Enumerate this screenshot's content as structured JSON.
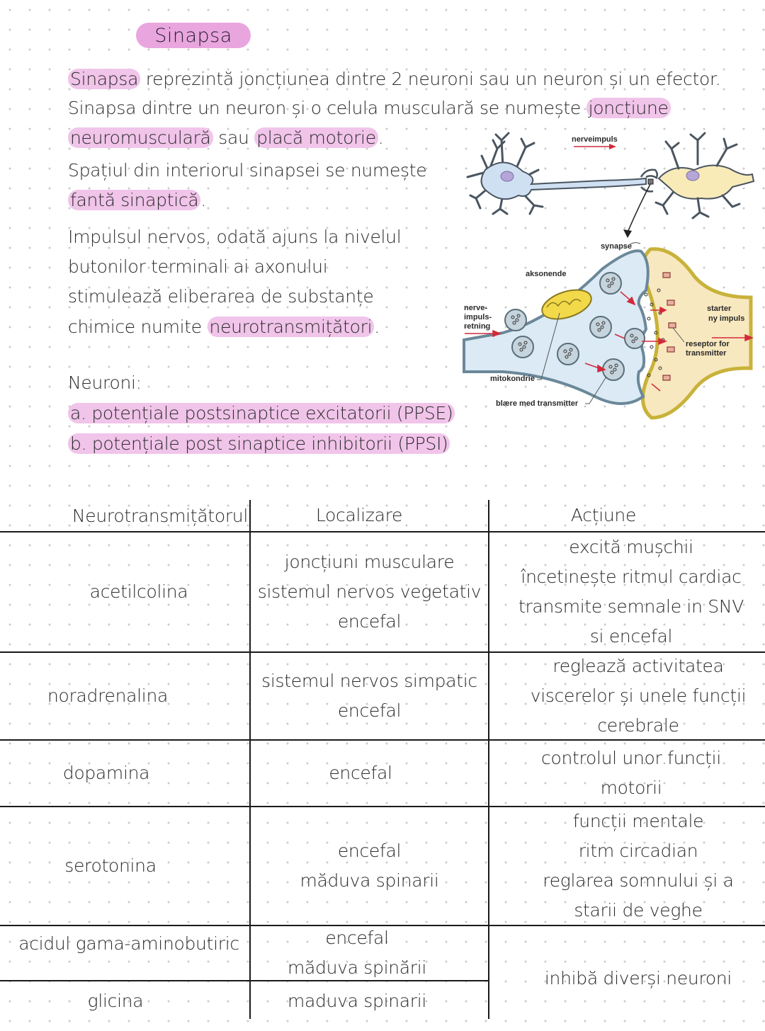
{
  "title": "Sinapsa",
  "intro": {
    "line1_hl": "Sinapsa",
    "line1_rest": " reprezintă joncțiunea dintre 2 neuroni sau un neuron și un efector.",
    "line2_rest": "Sinapsa dintre un neuron și o celula musculară se numește ",
    "line2_hl": "joncțiune",
    "line3_hl": "neuromusculară",
    "line3_mid": " sau ",
    "line3_hl2": "placă motorie",
    "line3_end": ".",
    "line4": "Spațiul din interiorul sinapsei se numește",
    "line5_hl": "fantă sinaptică",
    "line5_end": ".",
    "line6": "Impulsul nervos, odată ajuns la nivelul",
    "line7": "butonilor terminali ai axonului",
    "line8": "stimulează eliberarea de substanțe",
    "line9_rest": "chimice numite ",
    "line9_hl": "neurotransmițători",
    "line9_end": "."
  },
  "neuroni": {
    "heading": "Neuroni:",
    "items": [
      "a. potențiale postsinaptice excitatorii (PPSE)",
      "b. potențiale post sinaptice inhibitorii (PPSI)"
    ]
  },
  "diagram": {
    "top_label": "nerveimpuls",
    "synapse_label": "synapse",
    "axon_end_label": "aksonende",
    "direction_label": [
      "nerve-",
      "impuls-",
      "retning"
    ],
    "new_impulse_label": [
      "starter",
      "ny impuls"
    ],
    "receptor_label": [
      "reseptor for",
      "transmitter"
    ],
    "mito_label": "mitokondrie",
    "vesicle_label": "blære med transmitter",
    "colors": {
      "neuron_left": "#cfe0f2",
      "neuron_right": "#f8ebb8",
      "arrow": "#d22a3c",
      "highlight": "#f1c4ea",
      "title_pill": "#e9a6de"
    }
  },
  "table": {
    "headers": [
      "Neurotransmițătorul",
      "Localizare",
      "Acțiune"
    ],
    "rows": [
      {
        "name": "acetilcolina",
        "loc": [
          "joncțiuni musculare",
          "sistemul nervos vegetativ",
          "encefal"
        ],
        "act": [
          "excită mușchii",
          "încetinește ritmul cardiac",
          "transmite semnale in SNV",
          "si encefal"
        ]
      },
      {
        "name": "noradrenalina",
        "loc": [
          "sistemul nervos simpatic",
          "encefal"
        ],
        "act": [
          "reglează activitatea",
          "viscerelor și unele funcții",
          "cerebrale"
        ]
      },
      {
        "name": "dopamina",
        "loc": [
          "encefal"
        ],
        "act": [
          "controlul unor funcții",
          "motorii"
        ]
      },
      {
        "name": "serotonina",
        "loc": [
          "encefal",
          "măduva spinarii"
        ],
        "act": [
          "funcții mentale",
          "ritm circadian",
          "reglarea somnului și a",
          "starii de veghe"
        ]
      },
      {
        "name": "acidul gama-aminobutiric",
        "loc": [
          "encefal",
          "măduva spinării"
        ],
        "act": [
          "inhibă diverși neuroni"
        ]
      },
      {
        "name": "glicina",
        "loc": [
          "maduva spinarii"
        ],
        "act": []
      }
    ]
  }
}
